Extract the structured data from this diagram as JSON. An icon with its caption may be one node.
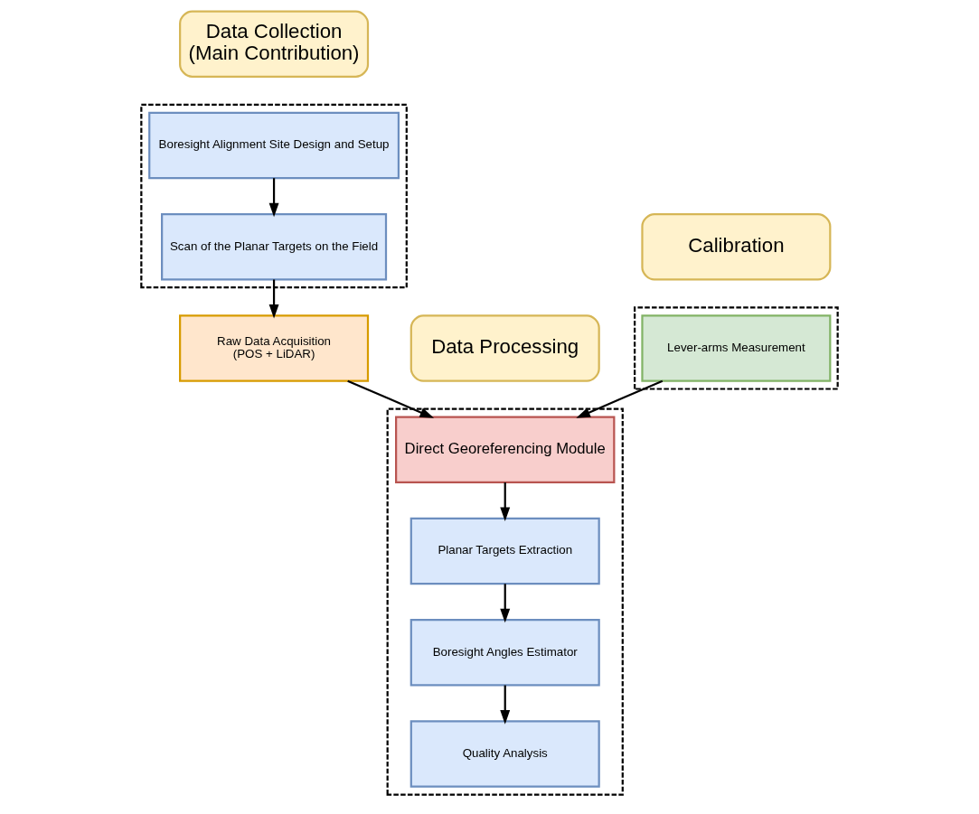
{
  "diagram": {
    "nodes": [
      {
        "text": [
          "Data Collection",
          "(Main Contribution)"
        ]
      },
      {
        "text": [],
        "shape": "box"
      },
      {
        "text": [
          "Boresight Alignment Site Design and Setup"
        ],
        "in": 1
      },
      {
        "text": [
          "Scan of the Planar Targets on the Field"
        ],
        "in": 1
      },
      {
        "text": [
          "Raw Data Acquisition",
          "(POS + LiDAR)"
        ]
      },
      {
        "text": [
          "Data Processing"
        ]
      },
      {
        "text": [],
        "shape": "box"
      },
      {
        "text": [
          "Direct Georeferencing Module"
        ],
        "in": 6
      },
      {
        "text": [
          "Planar Targets Extraction"
        ],
        "in": 6
      },
      {
        "text": [
          "Boresight Angles Estimator"
        ],
        "in": 6
      },
      {
        "text": [
          "Quality Analysis"
        ],
        "in": 6
      },
      {
        "text": [
          "Calibration"
        ]
      },
      {
        "text": [],
        "shape": "box"
      },
      {
        "text": [
          "Lever-arms Measurement"
        ],
        "in": 12
      }
    ],
    "edges": [
      {
        "from": 2,
        "to": 3,
        "arrow": "to"
      },
      {
        "from": 3,
        "to": 4,
        "arrow": "to"
      },
      {
        "from": 4,
        "to": 7,
        "arrow": "to"
      },
      {
        "from": 13,
        "to": 7,
        "arrow": "to"
      },
      {
        "from": 7,
        "to": 8,
        "arrow": "to"
      },
      {
        "from": 8,
        "to": 9,
        "arrow": "to"
      },
      {
        "from": 9,
        "to": 10,
        "arrow": "to"
      }
    ]
  }
}
